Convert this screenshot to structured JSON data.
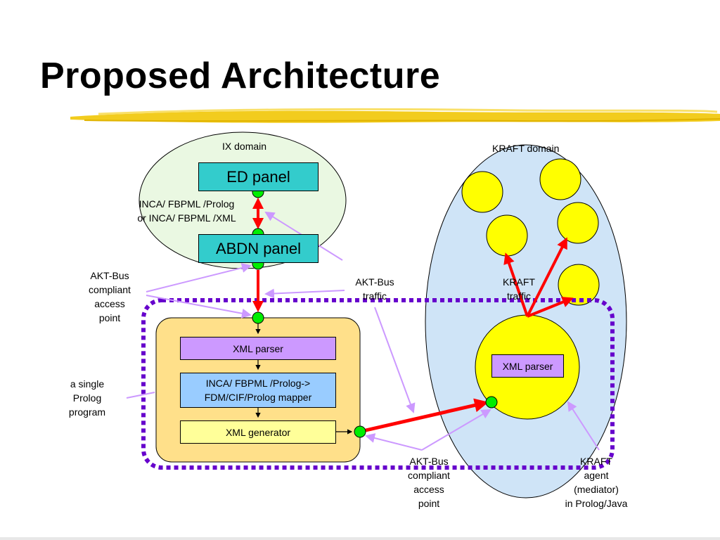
{
  "slide": {
    "title": "Proposed Architecture"
  },
  "diagram": {
    "ix_domain": {
      "label": "IX domain",
      "ed_panel": "ED panel",
      "abdn_panel": "ABDN panel",
      "protocol_line1": "INCA/ FBPML /Prolog",
      "protocol_line2": "or INCA/ FBPML /XML"
    },
    "kraft_domain": {
      "label": "KRAFT domain",
      "xml_parser": "XML parser",
      "traffic_line1": "KRAFT",
      "traffic_line2": "traffic"
    },
    "prolog_program": {
      "xml_parser": "XML parser",
      "mapper_line1": "INCA/ FBPML /Prolog->",
      "mapper_line2": "FDM/CIF/Prolog mapper",
      "xml_generator": "XML generator"
    },
    "annotations": {
      "akt_bus_access_left": [
        "AKT-Bus",
        "compliant",
        "access",
        "point"
      ],
      "akt_bus_traffic": [
        "AKT-Bus",
        "traffic"
      ],
      "single_prolog": [
        "a single",
        "Prolog",
        "program"
      ],
      "akt_bus_access_bottom": [
        "AKT-Bus",
        "compliant",
        "access",
        "point"
      ],
      "kraft_agent": [
        "KRAFT",
        "agent",
        "(mediator)",
        "in Prolog/Java"
      ]
    },
    "colors": {
      "ix_domain_fill": "#eaf8e2",
      "kraft_domain_fill": "#cfe4f7",
      "agent_fill": "#ffff00",
      "panel_fill": "#33cccc",
      "program_fill": "#ffe08a",
      "parser_fill": "#cc99ff",
      "mapper_fill": "#99ccff",
      "generator_fill": "#ffff99",
      "access_point": "#00ee00",
      "red_arrow": "#ff0000",
      "pointer_arrow": "#cc99ff",
      "dotted_border": "#6600cc"
    }
  }
}
